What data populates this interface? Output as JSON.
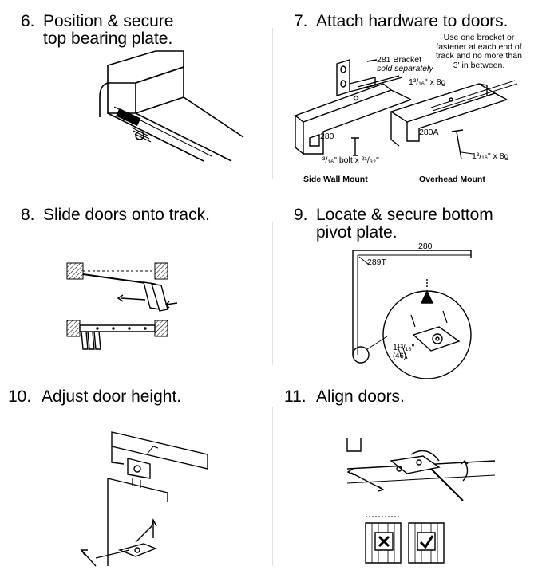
{
  "steps": [
    {
      "number": "6.",
      "line1": "Position & secure",
      "line2": "top bearing plate."
    },
    {
      "number": "7.",
      "line1": "Attach hardware to doors.",
      "line2": ""
    },
    {
      "number": "8.",
      "line1": "Slide doors onto track.",
      "line2": ""
    },
    {
      "number": "9.",
      "line1": "Locate & secure bottom",
      "line2": "pivot plate."
    },
    {
      "number": "10.",
      "line1": "Adjust door height.",
      "line2": ""
    },
    {
      "number": "11.",
      "line1": "Align doors.",
      "line2": ""
    }
  ],
  "step7": {
    "note": "Use one bracket or fastener at each end of track and no more than 3' in between.",
    "bracket_label": "281 Bracket",
    "bracket_sub": "sold separately",
    "screw_label_top": "1³/₁₆\" x 8g",
    "track_left": "280",
    "track_right": "280A",
    "bolt_label": "³/₁₆\" bolt x ²¹/₃₂\"",
    "screw_label_right": "1³/₁₆\" x 8g",
    "side_wall": "Side Wall Mount",
    "overhead": "Overhead Mount"
  },
  "step9": {
    "track": "280",
    "pivot": "289T",
    "dim": "1¹³/₁₆\"",
    "dim_mm": "(46)"
  }
}
